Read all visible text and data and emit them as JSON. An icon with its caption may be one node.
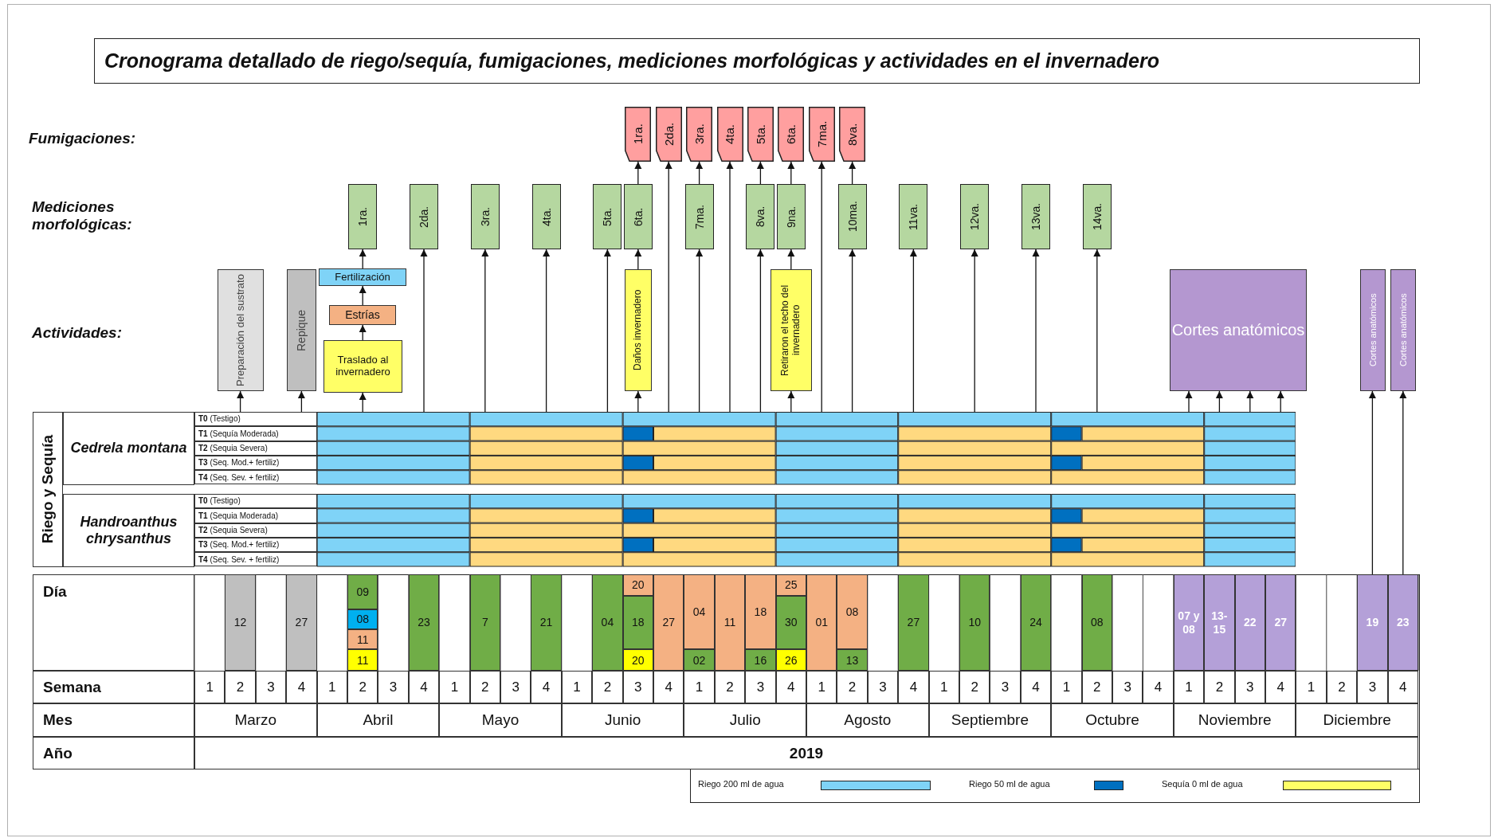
{
  "diagram": {
    "title": "Cronograma detallado de riego/sequía, fumigaciones, mediciones morfológicas y actividades en el invernadero",
    "nodes": [
      {
        "text": [
          "1ra."
        ]
      },
      {
        "text": [
          "2da."
        ]
      },
      {
        "text": [
          "3ra."
        ]
      },
      {
        "text": [
          "4ta."
        ]
      },
      {
        "text": [
          "5ta."
        ]
      },
      {
        "text": [
          "6ta."
        ]
      },
      {
        "text": [
          "7ma."
        ]
      },
      {
        "text": [
          "8va."
        ]
      },
      {
        "text": [
          "1ra."
        ]
      },
      {
        "text": [
          "2da."
        ]
      },
      {
        "text": [
          "3ra."
        ]
      },
      {
        "text": [
          "4ta."
        ]
      },
      {
        "text": [
          "5ta."
        ]
      },
      {
        "text": [
          "6ta."
        ]
      },
      {
        "text": [
          "7ma."
        ]
      },
      {
        "text": [
          "8va."
        ]
      },
      {
        "text": [
          "9na."
        ]
      },
      {
        "text": [
          "10ma."
        ]
      },
      {
        "text": [
          "11va."
        ]
      },
      {
        "text": [
          "12va."
        ]
      },
      {
        "text": [
          "13va."
        ]
      },
      {
        "text": [
          "14va."
        ]
      },
      {
        "text": [
          "Preparación del sustrato"
        ]
      },
      {
        "text": [
          "Repique"
        ]
      },
      {
        "text": [
          "Fertilización"
        ]
      },
      {
        "text": [
          "Estrías"
        ]
      },
      {
        "text": [
          "Traslado al invernadero"
        ]
      },
      {
        "text": [
          "Daños  invernadero"
        ]
      },
      {
        "text": [
          "Retiraron el techo del invernadero"
        ]
      },
      {
        "text": [
          "Cortes anatómicos"
        ]
      },
      {
        "text": [
          "Cortes anatómicos"
        ]
      },
      {
        "text": [
          "Cortes anatómicos"
        ]
      },
      {
        "text": [],
        "shape": "picture"
      },
      {
        "text": [
          "19"
        ]
      },
      {
        "text": [
          "23"
        ]
      }
    ],
    "edges": [
      {
        "from": 32,
        "to": 22,
        "arrow": "to"
      },
      {
        "from": 32,
        "to": 23,
        "arrow": "to"
      },
      {
        "from": 32,
        "to": 26,
        "arrow": "to"
      },
      {
        "from": 26,
        "to": 25,
        "arrow": "to"
      },
      {
        "from": 25,
        "to": 24,
        "arrow": "to"
      },
      {
        "from": 24,
        "to": 8,
        "arrow": "to"
      },
      {
        "from": 32,
        "to": 9,
        "arrow": "to"
      },
      {
        "from": 32,
        "to": 10,
        "arrow": "to"
      },
      {
        "from": 32,
        "to": 11,
        "arrow": "to"
      },
      {
        "from": 32,
        "to": 12,
        "arrow": "to"
      },
      {
        "from": 32,
        "to": 27,
        "arrow": "to"
      },
      {
        "from": 27,
        "to": 13,
        "arrow": "to"
      },
      {
        "from": 13,
        "to": 0,
        "arrow": "to"
      },
      {
        "from": 32,
        "to": 1,
        "arrow": "to"
      },
      {
        "from": 32,
        "to": 14,
        "arrow": "to"
      },
      {
        "from": 14,
        "to": 2,
        "arrow": "to"
      },
      {
        "from": 32,
        "to": 3,
        "arrow": "to"
      },
      {
        "from": 32,
        "to": 15,
        "arrow": "to"
      },
      {
        "from": 15,
        "to": 4,
        "arrow": "to"
      },
      {
        "from": 32,
        "to": 28,
        "arrow": "to"
      },
      {
        "from": 28,
        "to": 16,
        "arrow": "to"
      },
      {
        "from": 16,
        "to": 5,
        "arrow": "to"
      },
      {
        "from": 32,
        "to": 6,
        "arrow": "to"
      },
      {
        "from": 32,
        "to": 17,
        "arrow": "to"
      },
      {
        "from": 17,
        "to": 7,
        "arrow": "to"
      },
      {
        "from": 32,
        "to": 18,
        "arrow": "to"
      },
      {
        "from": 32,
        "to": 19,
        "arrow": "to"
      },
      {
        "from": 32,
        "to": 20,
        "arrow": "to"
      },
      {
        "from": 32,
        "to": 21,
        "arrow": "to"
      },
      {
        "from": 32,
        "to": 29,
        "arrow": "to"
      },
      {
        "from": 32,
        "to": 29,
        "arrow": "to"
      },
      {
        "from": 32,
        "to": 29,
        "arrow": "to"
      },
      {
        "from": 32,
        "to": 29,
        "arrow": "to"
      },
      {
        "from": 33,
        "to": 30,
        "arrow": "to"
      },
      {
        "from": 34,
        "to": 31,
        "arrow": "to"
      }
    ],
    "labels": [
      "Fumigaciones:",
      "Mediciones morfológicas:",
      "Actividades:",
      "Riego y Sequía",
      "Cedrela montana",
      "**T0** (Testigo)",
      "**T1** (Sequía Moderada)",
      "**T2** (Sequia Severa)",
      "**T3** (Seq. Mod.+ fertiliz)",
      "**T4** (Seq. Sev. + fertiliz)",
      "Handroanthus chrysanthus",
      "**T0** (Testigo)",
      "**T1** (Sequia Moderada)",
      "**T2** (Sequia Severa)",
      "**T3** (Seq. Mod.+ fertiliz)",
      "**T4** (Seq. Sev. + fertiliz)",
      "Día",
      "12",
      "27",
      "09",
      "08",
      "11",
      "11",
      "23",
      "7",
      "21",
      "04",
      "20",
      "18",
      "20",
      "27",
      "04",
      "02",
      "11",
      "18",
      "16",
      "25",
      "30",
      "26",
      "01",
      "08",
      "13",
      "27",
      "10",
      "24",
      "08",
      "07 y 08",
      "13-15",
      "22",
      "27",
      "Semana",
      "1",
      "2",
      "3",
      "4",
      "1",
      "2",
      "3",
      "4",
      "1",
      "2",
      "3",
      "4",
      "1",
      "2",
      "3",
      "4",
      "1",
      "2",
      "3",
      "4",
      "1",
      "2",
      "3",
      "4",
      "1",
      "2",
      "3",
      "4",
      "1",
      "2",
      "3",
      "4",
      "1",
      "2",
      "3",
      "4",
      "1",
      "2",
      "3",
      "4",
      "Mes",
      "Marzo",
      "Abril",
      "Mayo",
      "Junio",
      "Julio",
      "Agosto",
      "Septiembre",
      "Octubre",
      "Noviembre",
      "Diciembre",
      "Año",
      "2019"
    ],
    "legend": [
      {
        "text": "Riego 200 ml de agua",
        "color": "#7fd3f7"
      },
      {
        "text": "Riego 50 ml de agua",
        "color": "#0070c0"
      },
      {
        "text": "Sequía 0 ml de agua",
        "color": "#ffff66"
      }
    ]
  }
}
